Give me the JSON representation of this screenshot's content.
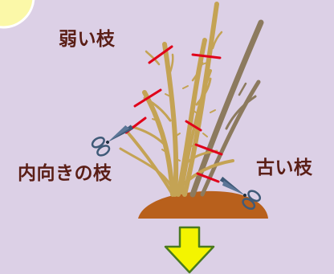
{
  "labels": {
    "weak_branch": "弱い枝",
    "inward_branch": "内向きの枝",
    "old_branch": "古い枝"
  },
  "colors": {
    "background": "#dcd0e6",
    "label_text": "#5a1e16",
    "cut_mark": "#e0001a",
    "soil": "#b8601c",
    "young_branch": "#c4a354",
    "old_branch": "#8c7a5e",
    "arrow_fill": "#f4f400",
    "arrow_stroke": "#4a7a1e",
    "circle_fill": "#fbf8a8",
    "scissors_blade": "#3f5a78"
  },
  "icons": [
    "scissors-icon",
    "down-arrow-icon"
  ]
}
